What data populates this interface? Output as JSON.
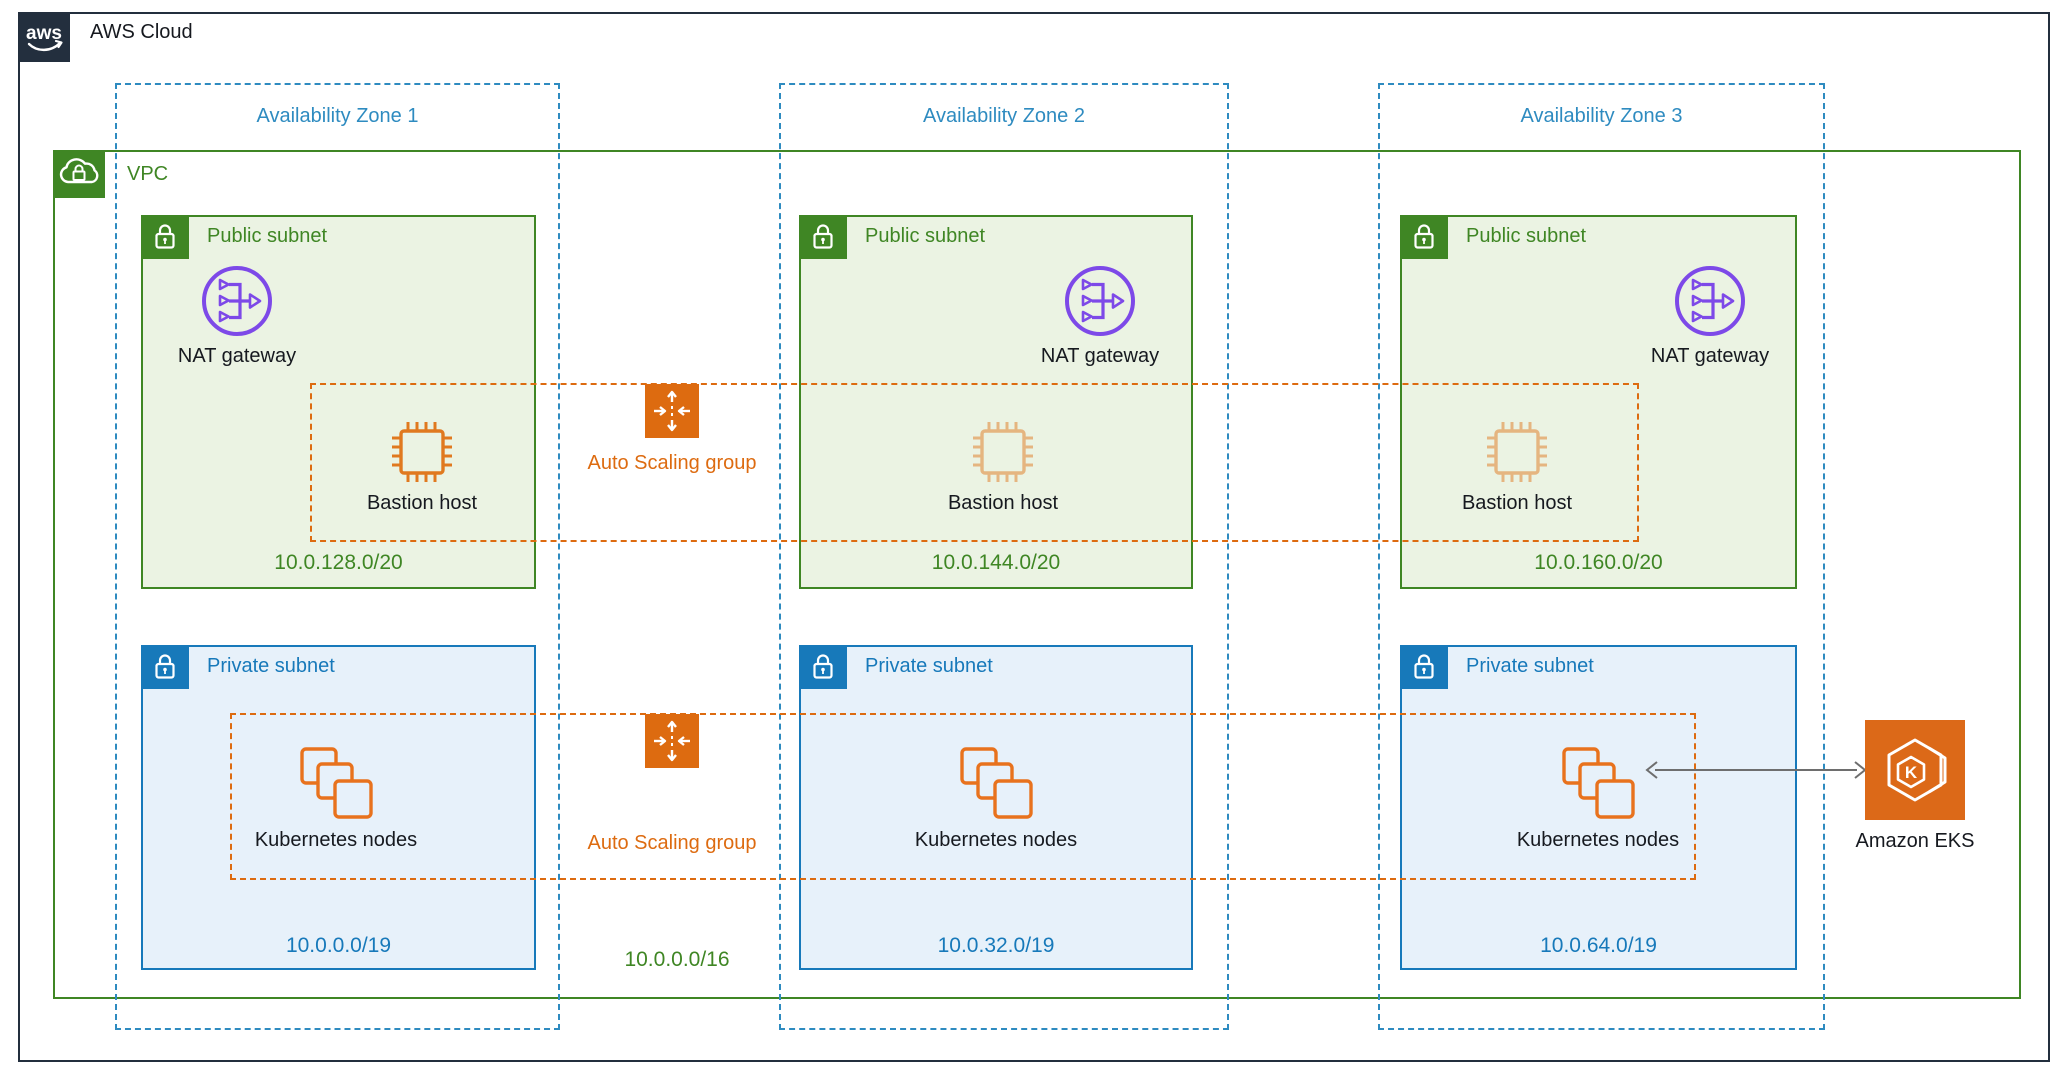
{
  "header": {
    "logo_text": "aws",
    "title": "AWS Cloud"
  },
  "vpc": {
    "label": "VPC",
    "cidr": "10.0.0.0/16"
  },
  "availability_zones": [
    {
      "label": "Availability Zone 1",
      "public_subnet": {
        "label": "Public subnet",
        "cidr": "10.0.128.0/20",
        "nat_label": "NAT gateway",
        "bastion_label": "Bastion host"
      },
      "private_subnet": {
        "label": "Private subnet",
        "cidr": "10.0.0.0/19",
        "nodes_label": "Kubernetes nodes"
      }
    },
    {
      "label": "Availability Zone 2",
      "public_subnet": {
        "label": "Public subnet",
        "cidr": "10.0.144.0/20",
        "nat_label": "NAT gateway",
        "bastion_label": "Bastion host"
      },
      "private_subnet": {
        "label": "Private subnet",
        "cidr": "10.0.32.0/19",
        "nodes_label": "Kubernetes nodes"
      }
    },
    {
      "label": "Availability Zone 3",
      "public_subnet": {
        "label": "Public subnet",
        "cidr": "10.0.160.0/20",
        "nat_label": "NAT gateway",
        "bastion_label": "Bastion host"
      },
      "private_subnet": {
        "label": "Private subnet",
        "cidr": "10.0.64.0/19",
        "nodes_label": "Kubernetes nodes"
      }
    }
  ],
  "auto_scaling_groups": [
    {
      "label": "Auto Scaling group"
    },
    {
      "label": "Auto Scaling group"
    }
  ],
  "eks": {
    "label": "Amazon EKS",
    "icon_letter": "K"
  },
  "colors": {
    "aws_dark": "#232F3E",
    "green": "#3F8624",
    "green_fill": "#EBF3E3",
    "az_blue": "#2E8BC0",
    "private_blue": "#1779BA",
    "blue_fill": "#E7F1FA",
    "orange": "#DD6B10",
    "purple": "#7D49E8",
    "eks_orange": "#DC6918",
    "arrow_gray": "#6E6E6E"
  }
}
